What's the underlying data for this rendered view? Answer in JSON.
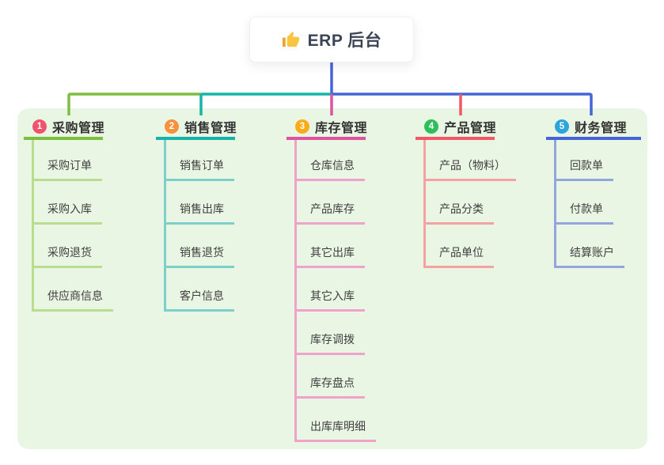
{
  "root": {
    "title": "ERP 后台",
    "icon": "thumbs-up"
  },
  "canvas": {
    "background": "#ffffff",
    "panel_background": "#EAF6E4",
    "card_background": "#ffffff",
    "title_color": "#3B4454",
    "root_line_color": "#4A62D8",
    "heading_text_color": "#333333",
    "child_text_color": "#3F3F3F"
  },
  "branches": [
    {
      "num": "1",
      "label": "采购管理",
      "badge_color": "#F0536B",
      "line_color": "#7CBE3F",
      "light_line_color": "#B8DC90",
      "children": [
        "采购订单",
        "采购入库",
        "采购退货",
        "供应商信息"
      ]
    },
    {
      "num": "2",
      "label": "销售管理",
      "badge_color": "#F6913E",
      "line_color": "#17B3AB",
      "light_line_color": "#7DD0CA",
      "children": [
        "销售订单",
        "销售出库",
        "销售退货",
        "客户信息"
      ]
    },
    {
      "num": "3",
      "label": "库存管理",
      "badge_color": "#F9AC18",
      "line_color": "#DE539E",
      "light_line_color": "#EFA3CA",
      "children": [
        "仓库信息",
        "产品库存",
        "其它出库",
        "其它入库",
        "库存调拨",
        "库存盘点",
        "出库库明细"
      ]
    },
    {
      "num": "4",
      "label": "产品管理",
      "badge_color": "#2FBE5B",
      "line_color": "#F25765",
      "light_line_color": "#F7A2A2",
      "children": [
        "产品（物料）",
        "产品分类",
        "产品单位"
      ]
    },
    {
      "num": "5",
      "label": "财务管理",
      "badge_color": "#2BA5DE",
      "line_color": "#4565D6",
      "light_line_color": "#92A5DC",
      "children": [
        "回款单",
        "付款单",
        "结算账户"
      ]
    }
  ]
}
